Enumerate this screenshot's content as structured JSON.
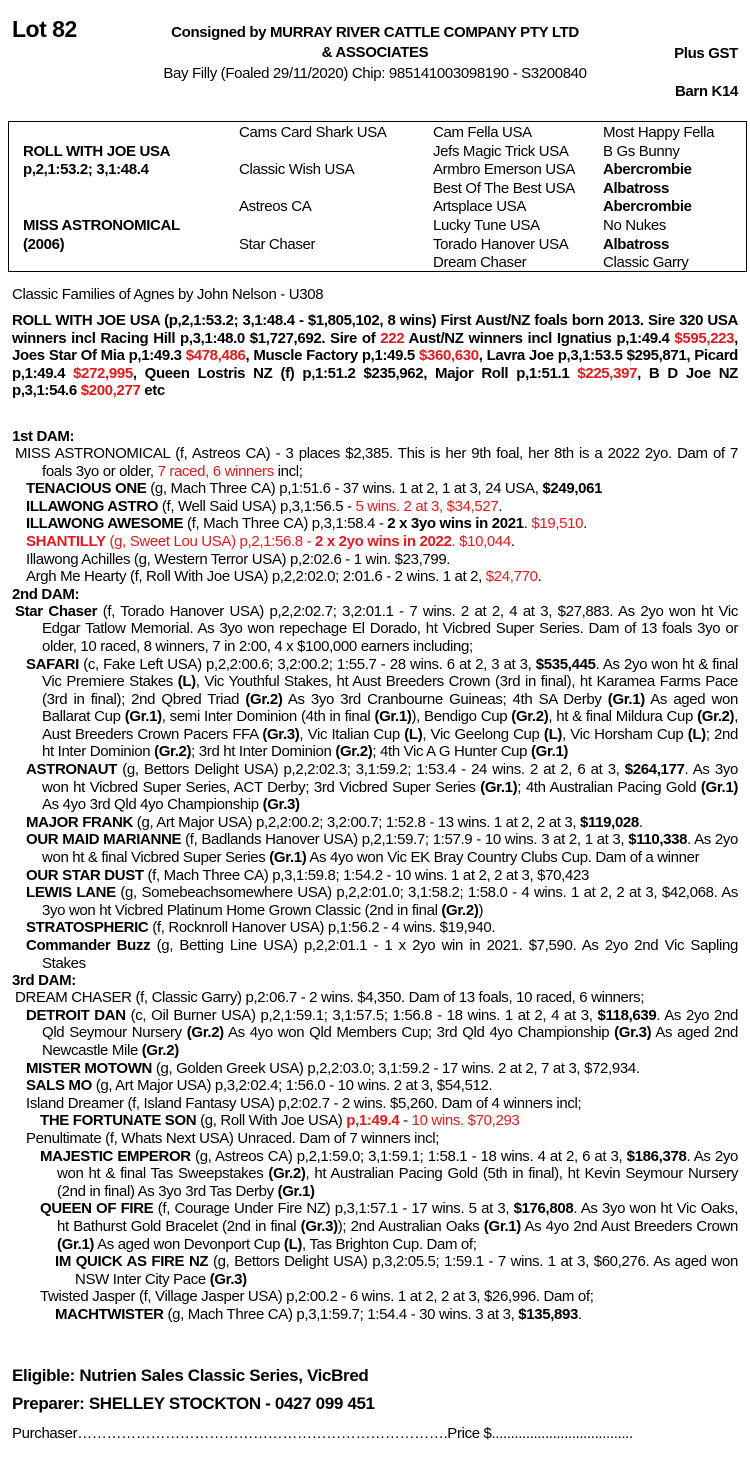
{
  "header": {
    "lot": "Lot 82",
    "consigned_line1": "Consigned by MURRAY RIVER CATTLE COMPANY PTY LTD",
    "consigned_line2": "& ASSOCIATES",
    "plus_gst": "Plus GST",
    "description": "Bay Filly (Foaled 29/11/2020) Chip: 985141003098190 - S3200840",
    "barn": "Barn K14"
  },
  "pedigree": {
    "sire": {
      "name": "ROLL WITH JOE USA",
      "record": "p,2,1:53.2; 3,1:48.4"
    },
    "dam": {
      "name": "MISS ASTRONOMICAL",
      "year": "(2006)"
    },
    "gen2": [
      "Cams Card Shark USA",
      "Classic Wish USA",
      "Astreos CA",
      "Star Chaser"
    ],
    "gen3": [
      "Cam Fella USA",
      "Jefs Magic Trick USA",
      "Armbro Emerson USA",
      "Best Of The Best USA",
      "Artsplace USA",
      "Lucky Tune USA",
      "Torado Hanover USA",
      "Dream Chaser"
    ],
    "gen4": [
      {
        "name": "Most Happy Fella",
        "bold": false
      },
      {
        "name": "B Gs Bunny",
        "bold": false
      },
      {
        "name": "Abercrombie",
        "bold": true
      },
      {
        "name": "Albatross",
        "bold": true
      },
      {
        "name": "Abercrombie",
        "bold": true
      },
      {
        "name": "No Nukes",
        "bold": false
      },
      {
        "name": "Albatross",
        "bold": true
      },
      {
        "name": "Classic Garry",
        "bold": false
      }
    ]
  },
  "families": "Classic Families of Agnes by John Nelson - U308",
  "notes": [
    {
      "kind": "sire",
      "segments": [
        {
          "t": "ROLL WITH JOE USA (p,2,1:53.2; 3,1:48.4 - $1,805,102, 8 wins) First Aust/NZ foals born 2013. Sire 320 USA winners incl Racing Hill p,3,1:48.0 $1,727,692. Sire of ",
          "s": "b"
        },
        {
          "t": "222",
          "s": "r b"
        },
        {
          "t": " Aust/NZ winners  incl Ignatius p,1:49.4 ",
          "s": "b"
        },
        {
          "t": "$595,223",
          "s": "r b"
        },
        {
          "t": ", Joes Star Of Mia p,1:49.3 ",
          "s": "b"
        },
        {
          "t": "$478,486",
          "s": "r b"
        },
        {
          "t": ", Muscle Factory p,1:49.5 ",
          "s": "b"
        },
        {
          "t": "$360,630",
          "s": "r b"
        },
        {
          "t": ", Lavra Joe p,3,1:53.5 $295,871, Picard p,1:49.4 ",
          "s": "b"
        },
        {
          "t": "$272,995",
          "s": "r b"
        },
        {
          "t": ", Queen Lostris NZ (f) p,1:51.2 $235,962, Major Roll p,1:51.1 ",
          "s": "b"
        },
        {
          "t": "$225,397",
          "s": "r b"
        },
        {
          "t": ", B D Joe NZ p,3,1:54.6 ",
          "s": "b"
        },
        {
          "t": "$200,277",
          "s": "r b"
        },
        {
          "t": " etc",
          "s": "b"
        }
      ]
    },
    {
      "kind": "gap"
    },
    {
      "kind": "head",
      "segments": [
        {
          "t": "1st DAM:",
          "s": "b"
        }
      ]
    },
    {
      "kind": "L0",
      "segments": [
        {
          "t": "MISS ASTRONOMICAL (f, Astreos CA) - 3 places $2,385. This is her 9th foal, her 8th is a 2022 2yo. Dam of 7 foals 3yo or older, ",
          "s": ""
        },
        {
          "t": "7 raced, 6 winners",
          "s": "r"
        },
        {
          "t": " incl;",
          "s": ""
        }
      ]
    },
    {
      "kind": "L1",
      "segments": [
        {
          "t": "TENACIOUS ONE",
          "s": "b"
        },
        {
          "t": " (g, Mach Three CA) p,1:51.6 - 37 wins. 1 at 2, 1 at 3, 24 USA, ",
          "s": ""
        },
        {
          "t": "$249,061",
          "s": "b"
        }
      ]
    },
    {
      "kind": "L1",
      "segments": [
        {
          "t": "ILLAWONG ASTRO",
          "s": "b"
        },
        {
          "t": " (f, Well Said USA) p,3,1:56.5 -  ",
          "s": ""
        },
        {
          "t": "5 wins. 2 at 3, $34,527",
          "s": "r"
        },
        {
          "t": ".",
          "s": ""
        }
      ]
    },
    {
      "kind": "L1",
      "segments": [
        {
          "t": "ILLAWONG AWESOME",
          "s": "b"
        },
        {
          "t": " (f, Mach Three CA) p,3,1:58.4 - ",
          "s": ""
        },
        {
          "t": "2 x 3yo wins in 2021",
          "s": "b"
        },
        {
          "t": ". ",
          "s": ""
        },
        {
          "t": "$19,510",
          "s": "r"
        },
        {
          "t": ".",
          "s": ""
        }
      ]
    },
    {
      "kind": "L1",
      "segments": [
        {
          "t": "SHANTILLY",
          "s": "r b"
        },
        {
          "t": " (g, Sweet Lou USA) p,2,1:56.8 - ",
          "s": "r"
        },
        {
          "t": "2 x 2yo wins in 2022",
          "s": "r b"
        },
        {
          "t": ". $10,044",
          "s": "r"
        },
        {
          "t": ".",
          "s": ""
        }
      ]
    },
    {
      "kind": "L1",
      "segments": [
        {
          "t": "Illawong Achilles (g, Western Terror USA) p,2:02.6 - 1 win. $23,799.",
          "s": ""
        }
      ]
    },
    {
      "kind": "L1",
      "segments": [
        {
          "t": "Argh Me Hearty (f, Roll With Joe USA) p,2,2:02.0; 2:01.6 - 2 wins. 1 at 2, ",
          "s": ""
        },
        {
          "t": "$24,770",
          "s": "r"
        },
        {
          "t": ".",
          "s": ""
        }
      ]
    },
    {
      "kind": "head",
      "segments": [
        {
          "t": "2nd DAM:",
          "s": "b"
        }
      ]
    },
    {
      "kind": "L0",
      "segments": [
        {
          "t": "Star Chaser",
          "s": "b"
        },
        {
          "t": " (f, Torado Hanover USA) p,2,2:02.7; 3,2:01.1 - 7 wins. 2 at 2, 4 at 3, $27,883. As 2yo won ht Vic Edgar Tatlow Memorial. As 3yo won repechage El Dorado, ht Vicbred Super Series. Dam of 13 foals 3yo or older, 10 raced, 8 winners, 7 in 2:00, 4 x $100,000 earners including;",
          "s": ""
        }
      ]
    },
    {
      "kind": "L1",
      "segments": [
        {
          "t": "SAFARI",
          "s": "b"
        },
        {
          "t": " (c, Fake Left USA) p,2,2:00.6; 3,2:00.2; 1:55.7 - 28 wins. 6 at 2, 3 at 3, ",
          "s": ""
        },
        {
          "t": "$535,445",
          "s": "b"
        },
        {
          "t": ". As 2yo won ht & final Vic Premiere Stakes ",
          "s": ""
        },
        {
          "t": "(L)",
          "s": "b"
        },
        {
          "t": ", Vic Youthful Stakes, ht Aust Breeders Crown (3rd in final), ht Karamea Farms Pace (3rd in final); 2nd Qbred Triad ",
          "s": ""
        },
        {
          "t": "(Gr.2)",
          "s": "b"
        },
        {
          "t": " As 3yo 3rd Cranbourne Guineas; 4th SA Derby ",
          "s": ""
        },
        {
          "t": "(Gr.1)",
          "s": "b"
        },
        {
          "t": " As aged won Ballarat Cup ",
          "s": ""
        },
        {
          "t": "(Gr.1)",
          "s": "b"
        },
        {
          "t": ", semi Inter Dominion (4th in final ",
          "s": ""
        },
        {
          "t": "(Gr.1)",
          "s": "b"
        },
        {
          "t": "), Bendigo Cup ",
          "s": ""
        },
        {
          "t": "(Gr.2)",
          "s": "b"
        },
        {
          "t": ", ht & final Mildura Cup ",
          "s": ""
        },
        {
          "t": "(Gr.2)",
          "s": "b"
        },
        {
          "t": ", Aust Breeders Crown Pacers FFA ",
          "s": ""
        },
        {
          "t": "(Gr.3)",
          "s": "b"
        },
        {
          "t": ", Vic Italian Cup ",
          "s": ""
        },
        {
          "t": "(L)",
          "s": "b"
        },
        {
          "t": ", Vic Geelong Cup ",
          "s": ""
        },
        {
          "t": "(L)",
          "s": "b"
        },
        {
          "t": ", Vic Horsham Cup ",
          "s": ""
        },
        {
          "t": "(L)",
          "s": "b"
        },
        {
          "t": "; 2nd ht Inter Dominion ",
          "s": ""
        },
        {
          "t": "(Gr.2)",
          "s": "b"
        },
        {
          "t": "; 3rd ht Inter Dominion ",
          "s": ""
        },
        {
          "t": "(Gr.2)",
          "s": "b"
        },
        {
          "t": "; 4th Vic A G Hunter Cup ",
          "s": ""
        },
        {
          "t": "(Gr.1)",
          "s": "b"
        }
      ]
    },
    {
      "kind": "L1",
      "segments": [
        {
          "t": "ASTRONAUT",
          "s": "b"
        },
        {
          "t": " (g, Bettors Delight USA) p,2,2:02.3; 3,1:59.2; 1:53.4 - 24 wins. 2 at 2, 6 at 3, ",
          "s": ""
        },
        {
          "t": "$264,177",
          "s": "b"
        },
        {
          "t": ". As 3yo won ht Vicbred Super Series, ACT Derby; 3rd Vicbred Super Series ",
          "s": ""
        },
        {
          "t": "(Gr.1)",
          "s": "b"
        },
        {
          "t": "; 4th Australian Pacing Gold ",
          "s": ""
        },
        {
          "t": "(Gr.1)",
          "s": "b"
        },
        {
          "t": " As 4yo 3rd Qld 4yo Championship ",
          "s": ""
        },
        {
          "t": "(Gr.3)",
          "s": "b"
        }
      ]
    },
    {
      "kind": "L1",
      "segments": [
        {
          "t": "MAJOR FRANK",
          "s": "b"
        },
        {
          "t": " (g, Art Major USA) p,2,2:00.2; 3,2:00.7; 1:52.8 - 13 wins. 1 at 2, 2 at 3, ",
          "s": ""
        },
        {
          "t": "$119,028",
          "s": "b"
        },
        {
          "t": ".",
          "s": ""
        }
      ]
    },
    {
      "kind": "L1",
      "segments": [
        {
          "t": "OUR MAID MARIANNE",
          "s": "b"
        },
        {
          "t": " (f, Badlands Hanover USA) p,2,1:59.7; 1:57.9 - 10 wins. 3 at 2, 1 at 3, ",
          "s": ""
        },
        {
          "t": "$110,338",
          "s": "b"
        },
        {
          "t": ". As 2yo won ht & final Vicbred Super Series ",
          "s": ""
        },
        {
          "t": "(Gr.1)",
          "s": "b"
        },
        {
          "t": " As 4yo won Vic EK Bray Country Clubs Cup. Dam of a winner",
          "s": ""
        }
      ]
    },
    {
      "kind": "L1",
      "segments": [
        {
          "t": "OUR STAR DUST",
          "s": "b"
        },
        {
          "t": " (f, Mach Three CA) p,3,1:59.8; 1:54.2 - 10 wins. 1 at 2, 2 at 3, $70,423",
          "s": ""
        }
      ]
    },
    {
      "kind": "L1",
      "segments": [
        {
          "t": "LEWIS LANE",
          "s": "b"
        },
        {
          "t": " (g, Somebeachsomewhere USA) p,2,2:01.0; 3,1:58.2; 1:58.0 - 4 wins. 1 at 2, 2 at 3, $42,068. As 3yo won ht Vicbred Platinum Home Grown Classic (2nd in final ",
          "s": ""
        },
        {
          "t": "(Gr.2)",
          "s": "b"
        },
        {
          "t": ")",
          "s": ""
        }
      ]
    },
    {
      "kind": "L1",
      "segments": [
        {
          "t": "STRATOSPHERIC",
          "s": "b"
        },
        {
          "t": " (f, Rocknroll Hanover USA) p,1:56.2 - 4 wins. $19,940.",
          "s": ""
        }
      ]
    },
    {
      "kind": "L1",
      "segments": [
        {
          "t": "Commander Buzz",
          "s": "b"
        },
        {
          "t": " (g, Betting Line USA) p,2,2:01.1 - 1 x 2yo win in 2021. $7,590. As 2yo 2nd Vic Sapling Stakes",
          "s": ""
        }
      ]
    },
    {
      "kind": "head",
      "segments": [
        {
          "t": "3rd DAM:",
          "s": "b"
        }
      ]
    },
    {
      "kind": "L0",
      "segments": [
        {
          "t": "DREAM CHASER (f, Classic Garry) p,2:06.7 - 2 wins. $4,350. Dam of 13 foals, 10 raced, 6 winners;",
          "s": ""
        }
      ]
    },
    {
      "kind": "L1",
      "segments": [
        {
          "t": "DETROIT DAN",
          "s": "b"
        },
        {
          "t": " (c, Oil Burner USA) p,2,1:59.1; 3,1:57.5; 1:56.8 - 18 wins. 1 at 2, 4 at 3, ",
          "s": ""
        },
        {
          "t": "$118,639",
          "s": "b"
        },
        {
          "t": ". As 2yo 2nd Qld Seymour Nursery ",
          "s": ""
        },
        {
          "t": "(Gr.2)",
          "s": "b"
        },
        {
          "t": " As 4yo won Qld Members Cup; 3rd Qld 4yo Championship ",
          "s": ""
        },
        {
          "t": "(Gr.3)",
          "s": "b"
        },
        {
          "t": " As aged 2nd Newcastle Mile ",
          "s": ""
        },
        {
          "t": "(Gr.2)",
          "s": "b"
        }
      ]
    },
    {
      "kind": "L1",
      "segments": [
        {
          "t": "MISTER MOTOWN",
          "s": "b"
        },
        {
          "t": " (g, Golden Greek USA) p,2,2:03.0; 3,1:59.2 - 17 wins. 2 at 2, 7 at 3, $72,934.",
          "s": ""
        }
      ]
    },
    {
      "kind": "L1",
      "segments": [
        {
          "t": "SALS MO",
          "s": "b"
        },
        {
          "t": " (g, Art Major USA) p,3,2:02.4; 1:56.0 - 10 wins. 2 at 3, $54,512.",
          "s": ""
        }
      ]
    },
    {
      "kind": "L1",
      "segments": [
        {
          "t": "Island Dreamer (f, Island Fantasy USA) p,2:02.7 - 2 wins. $5,260. Dam of 4 winners incl;",
          "s": ""
        }
      ]
    },
    {
      "kind": "L2",
      "segments": [
        {
          "t": "THE FORTUNATE SON",
          "s": "b"
        },
        {
          "t": " (g, Roll With Joe USA) ",
          "s": ""
        },
        {
          "t": "p,1:49.4",
          "s": "r b"
        },
        {
          "t": " - ",
          "s": ""
        },
        {
          "t": "10 wins. $70,293",
          "s": "r"
        }
      ]
    },
    {
      "kind": "L1",
      "segments": [
        {
          "t": "Penultimate (f, Whats Next USA) Unraced. Dam of 7 winners incl;",
          "s": ""
        }
      ]
    },
    {
      "kind": "L2",
      "segments": [
        {
          "t": "MAJESTIC EMPEROR",
          "s": "b"
        },
        {
          "t": " (g, Astreos CA) p,2,1:59.0; 3,1:59.1; 1:58.1 - 18 wins. 4 at 2, 6 at 3, ",
          "s": ""
        },
        {
          "t": "$186,378",
          "s": "b"
        },
        {
          "t": ". As 2yo won ht & final Tas Sweepstakes ",
          "s": ""
        },
        {
          "t": "(Gr.2)",
          "s": "b"
        },
        {
          "t": ", ht Australian Pacing Gold (5th in final), ht Kevin Seymour Nursery (2nd in final) As 3yo 3rd Tas Derby ",
          "s": ""
        },
        {
          "t": "(Gr.1)",
          "s": "b"
        }
      ]
    },
    {
      "kind": "L2",
      "segments": [
        {
          "t": "QUEEN OF FIRE",
          "s": "b"
        },
        {
          "t": " (f, Courage Under Fire NZ) p,3,1:57.1 - 17 wins. 5 at 3, ",
          "s": ""
        },
        {
          "t": "$176,808",
          "s": "b"
        },
        {
          "t": ". As 3yo won ht Vic Oaks, ht Bathurst Gold Bracelet (2nd in final ",
          "s": ""
        },
        {
          "t": "(Gr.3)",
          "s": "b"
        },
        {
          "t": "); 2nd Australian Oaks ",
          "s": ""
        },
        {
          "t": "(Gr.1)",
          "s": "b"
        },
        {
          "t": " As 4yo 2nd Aust Breeders Crown ",
          "s": ""
        },
        {
          "t": "(Gr.1)",
          "s": "b"
        },
        {
          "t": " As aged won Devonport Cup ",
          "s": ""
        },
        {
          "t": "(L)",
          "s": "b"
        },
        {
          "t": ", Tas Brighton Cup. Dam of;",
          "s": ""
        }
      ]
    },
    {
      "kind": "L3",
      "segments": [
        {
          "t": "IM QUICK AS FIRE NZ",
          "s": "b"
        },
        {
          "t": " (g, Bettors Delight USA) p,3,2:05.5; 1:59.1 - 7 wins. 1 at 3, $60,276. As aged won NSW Inter City Pace ",
          "s": ""
        },
        {
          "t": "(Gr.3)",
          "s": "b"
        }
      ]
    },
    {
      "kind": "L2",
      "segments": [
        {
          "t": "Twisted Jasper (f, Village Jasper USA) p,2:00.2 - 6 wins. 1 at 2, 2 at 3, $26,996. Dam of;",
          "s": ""
        }
      ]
    },
    {
      "kind": "L3",
      "segments": [
        {
          "t": "MACHTWISTER",
          "s": "b"
        },
        {
          "t": " (g, Mach Three CA) p,3,1:59.7; 1:54.4 - 30 wins. 3 at 3, ",
          "s": ""
        },
        {
          "t": "$135,893",
          "s": "b"
        },
        {
          "t": ".",
          "s": ""
        }
      ]
    }
  ],
  "footer": {
    "eligible": "Eligible: Nutrien Sales Classic Series, VicBred",
    "preparer": "Preparer: SHELLEY STOCKTON - 0427 099 451",
    "purchaser_label": "Purchaser………………………………………………………………….",
    "price_label": "Price $....................................."
  },
  "colors": {
    "text": "#000000",
    "highlight": "#e8191c"
  }
}
